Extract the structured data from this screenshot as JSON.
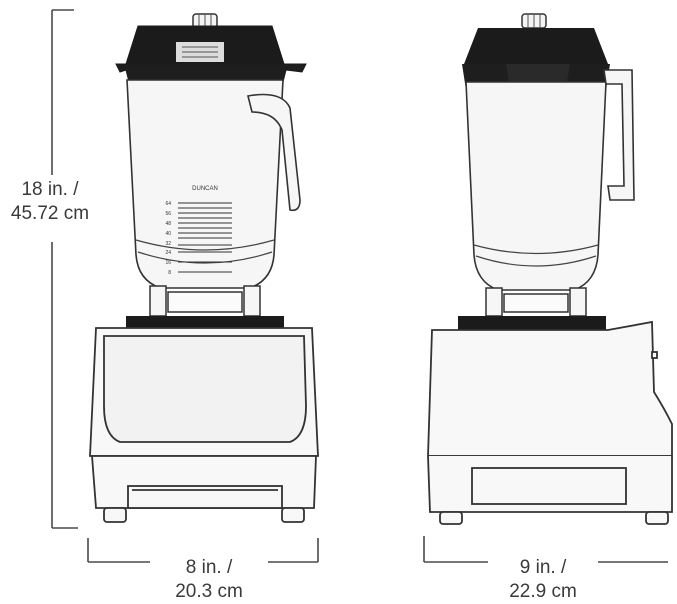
{
  "dimensions": {
    "height": {
      "line1": "18 in. /",
      "line2": "45.72 cm"
    },
    "width_front": {
      "line1": "8 in. /",
      "line2": "20.3 cm"
    },
    "depth_side": {
      "line1": "9 in. /",
      "line2": "22.9 cm"
    }
  },
  "labels": {
    "container_brand": "DUNCAN",
    "graduation_marks": [
      "64",
      "56",
      "48",
      "40",
      "32",
      "24",
      "16",
      "8"
    ]
  },
  "colors": {
    "outline": "#333333",
    "lid": "#1b1b1b",
    "dimension_line": "#4a4a4a"
  }
}
